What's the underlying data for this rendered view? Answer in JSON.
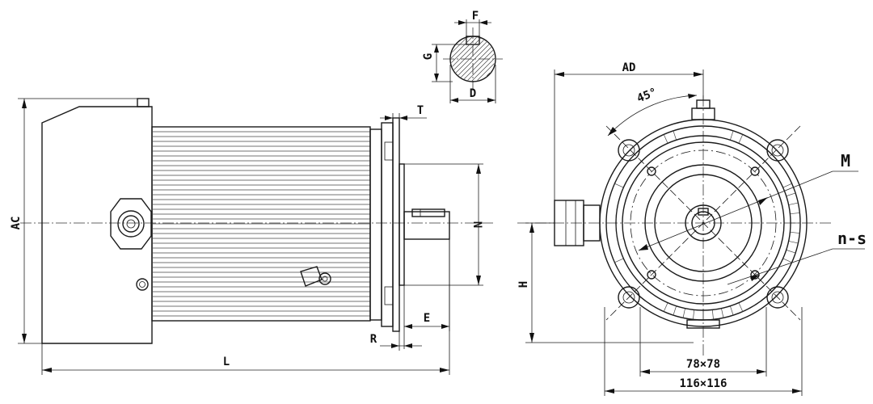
{
  "labels": {
    "AC": "AC",
    "L": "L",
    "T": "T",
    "N": "N",
    "E": "E",
    "R": "R",
    "F": "F",
    "G": "G",
    "D": "D",
    "AD": "AD",
    "angle": "45°",
    "M": "M",
    "ns": "n-s",
    "H": "H",
    "bolt_small": "78×78",
    "bolt_large": "116×116"
  }
}
